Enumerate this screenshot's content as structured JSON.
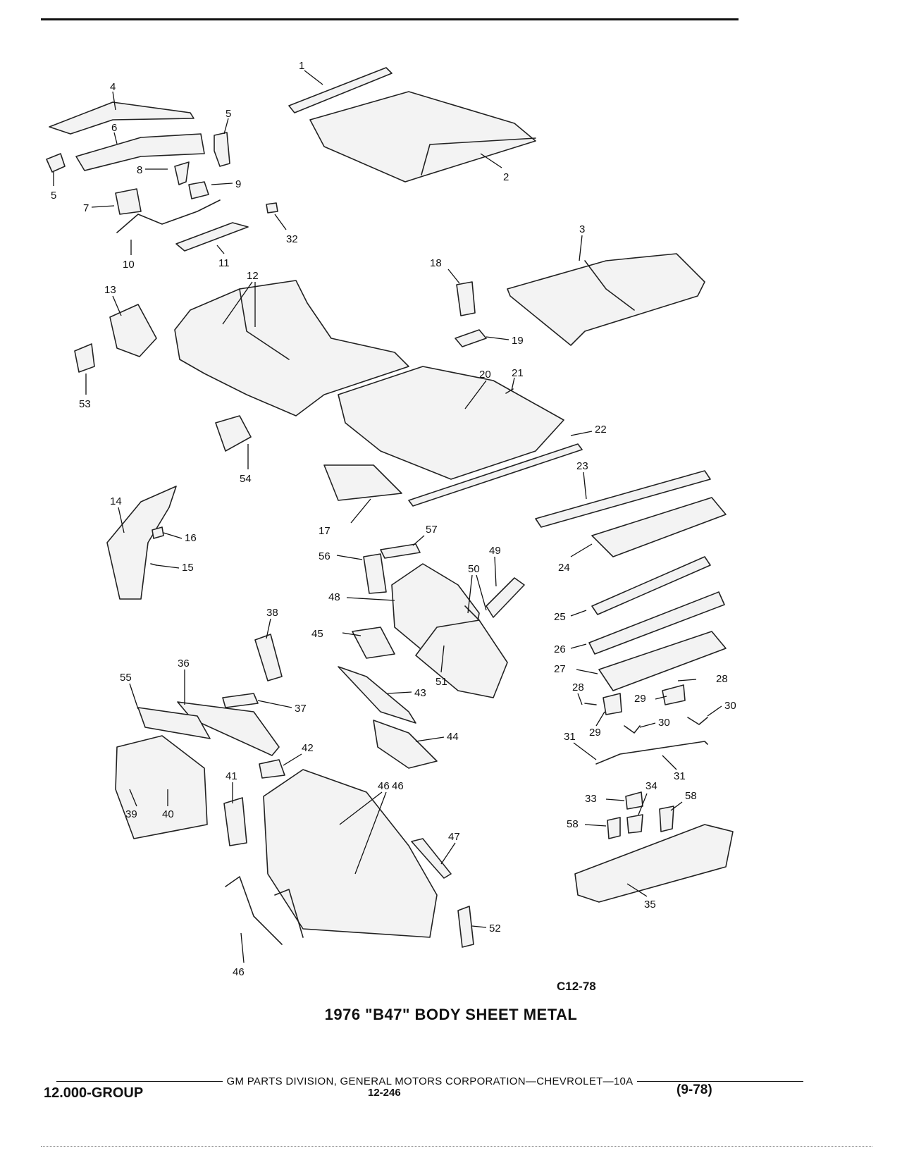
{
  "diagram": {
    "title": "1976 \"B47\" BODY SHEET METAL",
    "figure_code": "C12-78",
    "callouts": [
      "1",
      "2",
      "3",
      "4",
      "5",
      "5",
      "6",
      "7",
      "8",
      "9",
      "10",
      "11",
      "12",
      "13",
      "14",
      "15",
      "16",
      "17",
      "18",
      "19",
      "20",
      "21",
      "22",
      "23",
      "24",
      "25",
      "26",
      "27",
      "28",
      "28",
      "29",
      "29",
      "30",
      "30",
      "31",
      "31",
      "32",
      "33",
      "34",
      "35",
      "36",
      "37",
      "38",
      "39",
      "40",
      "41",
      "42",
      "43",
      "44",
      "45",
      "46",
      "46",
      "46",
      "47",
      "48",
      "49",
      "50",
      "51",
      "52",
      "53",
      "54",
      "55",
      "56",
      "57",
      "58",
      "58"
    ]
  },
  "footer": {
    "division": "GM PARTS DIVISION, GENERAL MOTORS CORPORATION—CHEVROLET—10A",
    "group": "12.000-GROUP",
    "page_number": "12-246",
    "revision": "(9-78)"
  }
}
